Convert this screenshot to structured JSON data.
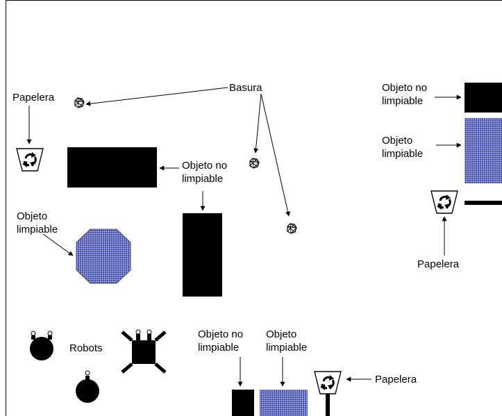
{
  "labels": {
    "basura": "Basura",
    "papelera_top_left": "Papelera",
    "objeto_no_limpiable_center_1": "Objeto no",
    "objeto_no_limpiable_center_2": "limpiable",
    "objeto_limpiable_left_1": "Objeto",
    "objeto_limpiable_left_2": "limpiable",
    "objeto_no_limpiable_right_1": "Objeto no",
    "objeto_no_limpiable_right_2": "limpiable",
    "objeto_limpiable_right_1": "Objeto",
    "objeto_limpiable_right_2": "limpiable",
    "papelera_right": "Papelera",
    "robots": "Robots",
    "objeto_no_limpiable_bottom_1": "Objeto no",
    "objeto_no_limpiable_bottom_2": "limpiable",
    "objeto_limpiable_bottom_1": "Objeto",
    "objeto_limpiable_bottom_2": "limpiable",
    "papelera_bottom": "Papelera"
  },
  "icons": {
    "trash_item": "trash-debris-icon",
    "recycle_bin": "recycle-bin-icon",
    "robot_round": "round-robot-icon",
    "robot_square": "square-robot-icon"
  },
  "colors": {
    "non_cleanable": "#000000",
    "cleanable": "#3f49b0",
    "cleanable_grid": "#c8cce8",
    "line": "#000000"
  }
}
